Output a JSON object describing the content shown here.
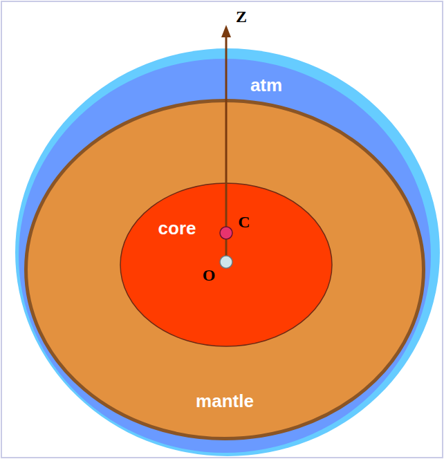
{
  "diagram": {
    "nodes": [
      {
        "text": [
          "atm"
        ]
      },
      {
        "text": [
          "mantle"
        ],
        "in": 0
      },
      {
        "text": [
          "core"
        ],
        "in": 1
      }
    ],
    "labels": [
      "Z",
      "C",
      "O"
    ]
  }
}
